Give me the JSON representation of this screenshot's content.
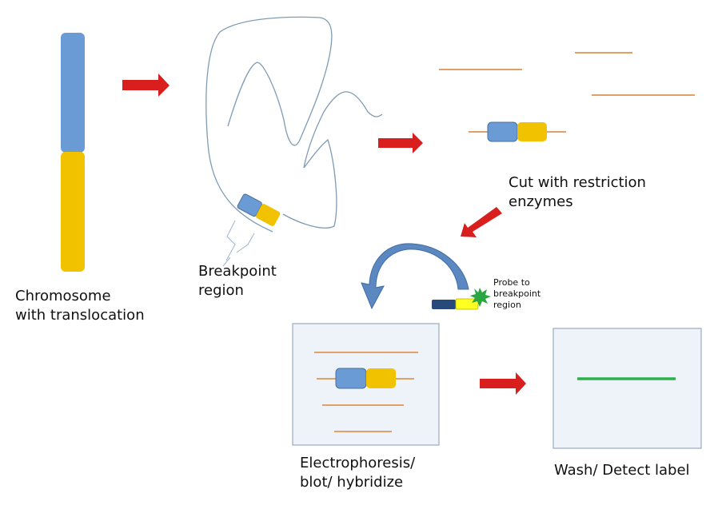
{
  "colors": {
    "chromosome_blue": "#6a9bd4",
    "chromosome_yellow": "#f1c200",
    "dna_line": "#7f9bb5",
    "fragment_orange": "#e0a068",
    "arrow_red": "#d91e1e",
    "curved_arrow_blue": "#5b88c0",
    "probe_navy": "#274a7a",
    "probe_yellow": "#ffff22",
    "label_star_green": "#2aa640",
    "panel_fill": "#eef3fa",
    "panel_border": "#8a9bb0",
    "detect_band_green": "#2fb04a"
  },
  "steps": {
    "chromosome": {
      "label_line1": "Chromosome",
      "label_line2": "with translocation"
    },
    "breakpoint": {
      "label_line1": "Breakpoint",
      "label_line2": "region"
    },
    "cut": {
      "label_line1": "Cut with restriction",
      "label_line2": "enzymes"
    },
    "probe": {
      "label_line1": "Probe to",
      "label_line2": "breakpoint",
      "label_line3": "region"
    },
    "hybridize": {
      "label_line1": "Electrophoresis/",
      "label_line2": "blot/ hybridize"
    },
    "detect": {
      "label": "Wash/ Detect label"
    }
  }
}
